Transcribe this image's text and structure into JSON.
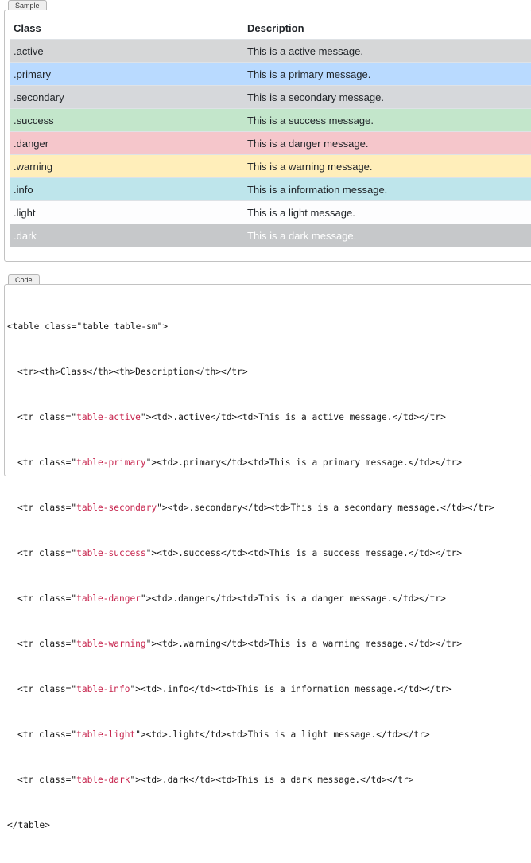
{
  "sample_tab": "Sample",
  "code_tab": "Code",
  "table": {
    "headers": [
      "Class",
      "Description"
    ],
    "rows": [
      {
        "cls": ".active",
        "desc": "This is a active message."
      },
      {
        "cls": ".primary",
        "desc": "This is a primary message."
      },
      {
        "cls": ".secondary",
        "desc": "This is a secondary message."
      },
      {
        "cls": ".success",
        "desc": "This is a success message."
      },
      {
        "cls": ".danger",
        "desc": "This is a danger message."
      },
      {
        "cls": ".warning",
        "desc": "This is a warning message."
      },
      {
        "cls": ".info",
        "desc": "This is a information message."
      },
      {
        "cls": ".light",
        "desc": "This is a light message."
      },
      {
        "cls": ".dark",
        "desc": "This is a dark message."
      }
    ]
  },
  "code": {
    "open": "<table class=\"table table-sm\">",
    "header": "<tr><th>Class</th><th>Description</th></tr>",
    "lines": [
      {
        "pre": "<tr class=\"",
        "val": "table-active",
        "post": "\"><td>.active</td><td>This is a active message.</td></tr>"
      },
      {
        "pre": "<tr class=\"",
        "val": "table-primary",
        "post": "\"><td>.primary</td><td>This is a primary message.</td></tr>"
      },
      {
        "pre": "<tr class=\"",
        "val": "table-secondary",
        "post": "\"><td>.secondary</td><td>This is a secondary message.</td></tr>"
      },
      {
        "pre": "<tr class=\"",
        "val": "table-success",
        "post": "\"><td>.success</td><td>This is a success message.</td></tr>"
      },
      {
        "pre": "<tr class=\"",
        "val": "table-danger",
        "post": "\"><td>.danger</td><td>This is a danger message.</td></tr>"
      },
      {
        "pre": "<tr class=\"",
        "val": "table-warning",
        "post": "\"><td>.warning</td><td>This is a warning message.</td></tr>"
      },
      {
        "pre": "<tr class=\"",
        "val": "table-info",
        "post": "\"><td>.info</td><td>This is a information message.</td></tr>"
      },
      {
        "pre": "<tr class=\"",
        "val": "table-light",
        "post": "\"><td>.light</td><td>This is a light message.</td></tr>"
      },
      {
        "pre": "<tr class=\"",
        "val": "table-dark",
        "post": "\"><td>.dark</td><td>This is a dark message.</td></tr>"
      }
    ],
    "close": "</table>"
  },
  "colors": {
    "active": "#d6d7d8",
    "primary": "#b9daff",
    "secondary": "#d6d8db",
    "success": "#c3e6cb",
    "danger": "#f5c6cb",
    "warning": "#ffeeba",
    "info": "#bee5eb",
    "light": "#fdfdfe",
    "dark": "#c6c8ca",
    "code_value": "#c7254e"
  }
}
